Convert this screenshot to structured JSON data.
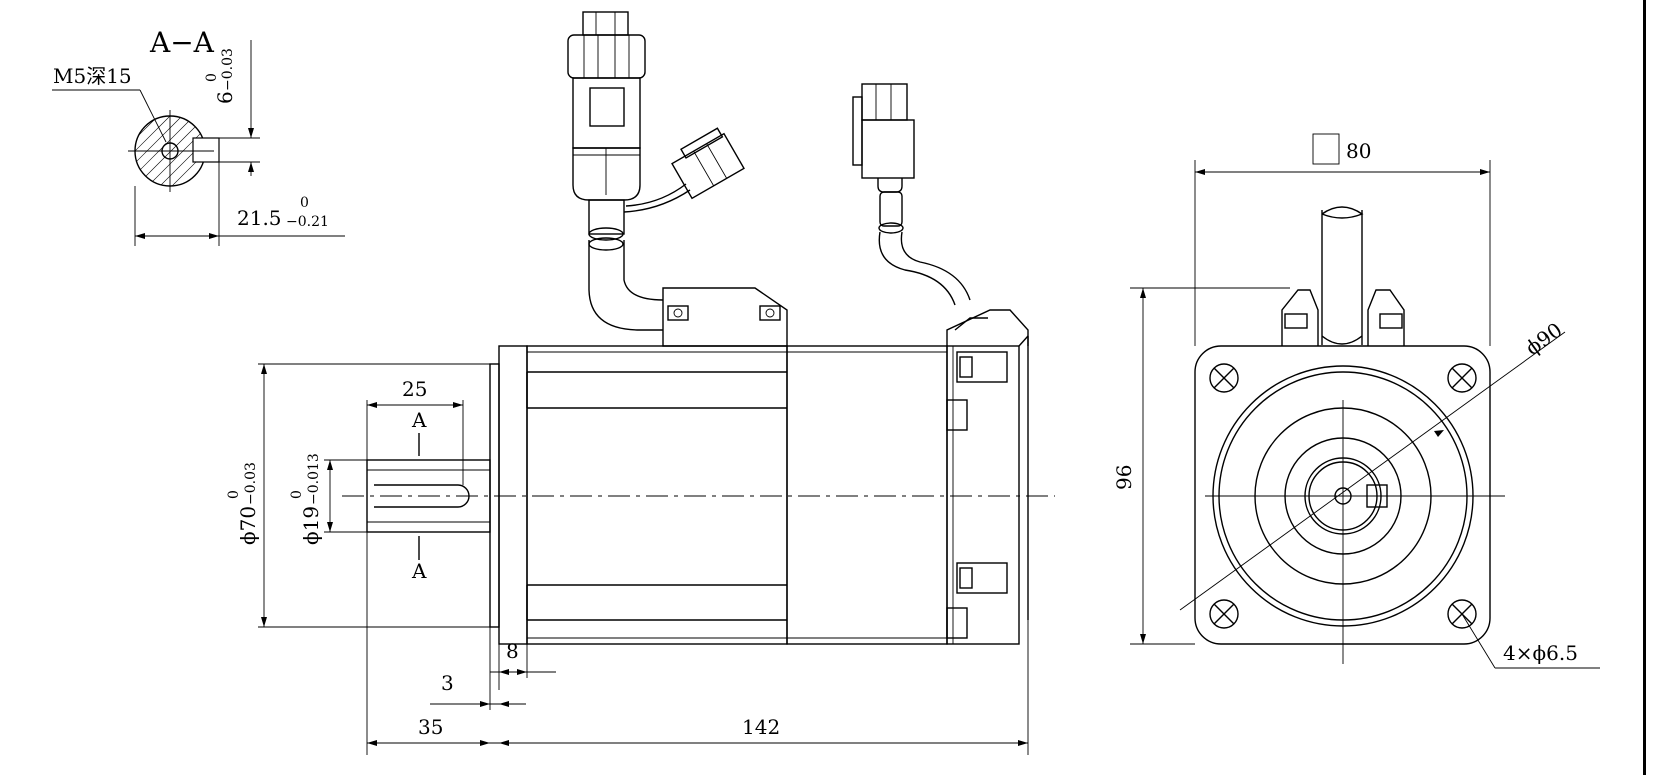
{
  "section": {
    "title": "A−A",
    "hole_note": "M5深15",
    "key_height": "6",
    "key_height_upper_tol": "0",
    "key_height_lower_tol": "−0.03",
    "key_depth": "21.5",
    "key_depth_upper_tol": "0",
    "key_depth_lower_tol": "−0.21"
  },
  "side_view": {
    "section_mark_top": "A",
    "section_mark_bottom": "A",
    "shaft_length": "25",
    "flange_diameter": "ϕ70",
    "flange_diameter_upper_tol": "0",
    "flange_diameter_lower_tol": "−0.03",
    "shaft_diameter": "ϕ19",
    "shaft_diameter_upper_tol": "0",
    "shaft_diameter_lower_tol": "−0.013",
    "flange_thickness": "8",
    "spigot_length": "3",
    "shaft_total": "35",
    "body_length": "142"
  },
  "front_view": {
    "square_size": "80",
    "bolt_circle": "ϕ90",
    "height": "96",
    "mounting_holes": "4×ϕ6.5"
  }
}
